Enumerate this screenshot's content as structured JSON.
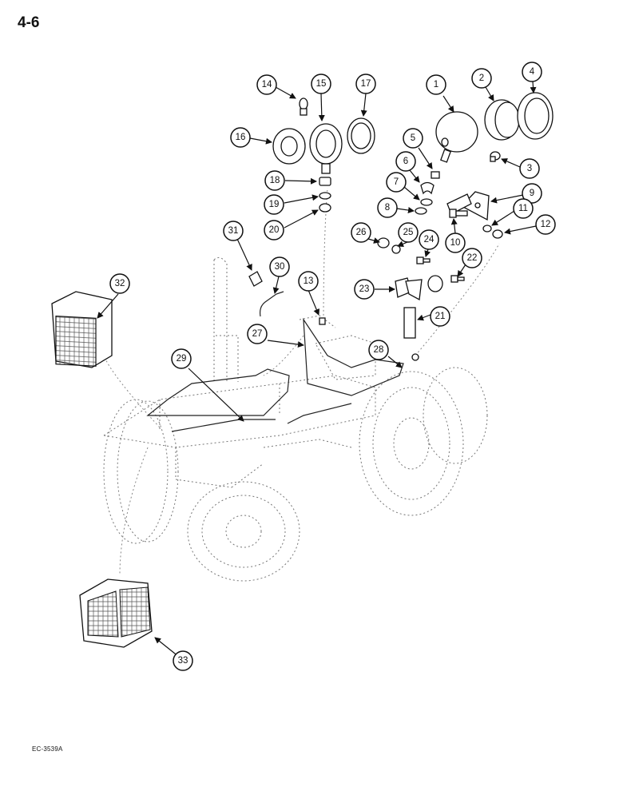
{
  "page_number": "4-6",
  "figure_code": "EC-3539A",
  "callouts": [
    "1",
    "2",
    "3",
    "4",
    "5",
    "6",
    "7",
    "8",
    "9",
    "10",
    "11",
    "12",
    "13",
    "14",
    "15",
    "16",
    "17",
    "18",
    "19",
    "20",
    "21",
    "22",
    "23",
    "24",
    "25",
    "26",
    "27",
    "28",
    "29",
    "30",
    "31",
    "32",
    "33"
  ],
  "colors": {
    "ink": "#111111",
    "ghost": "#777777",
    "paper": "#ffffff"
  }
}
